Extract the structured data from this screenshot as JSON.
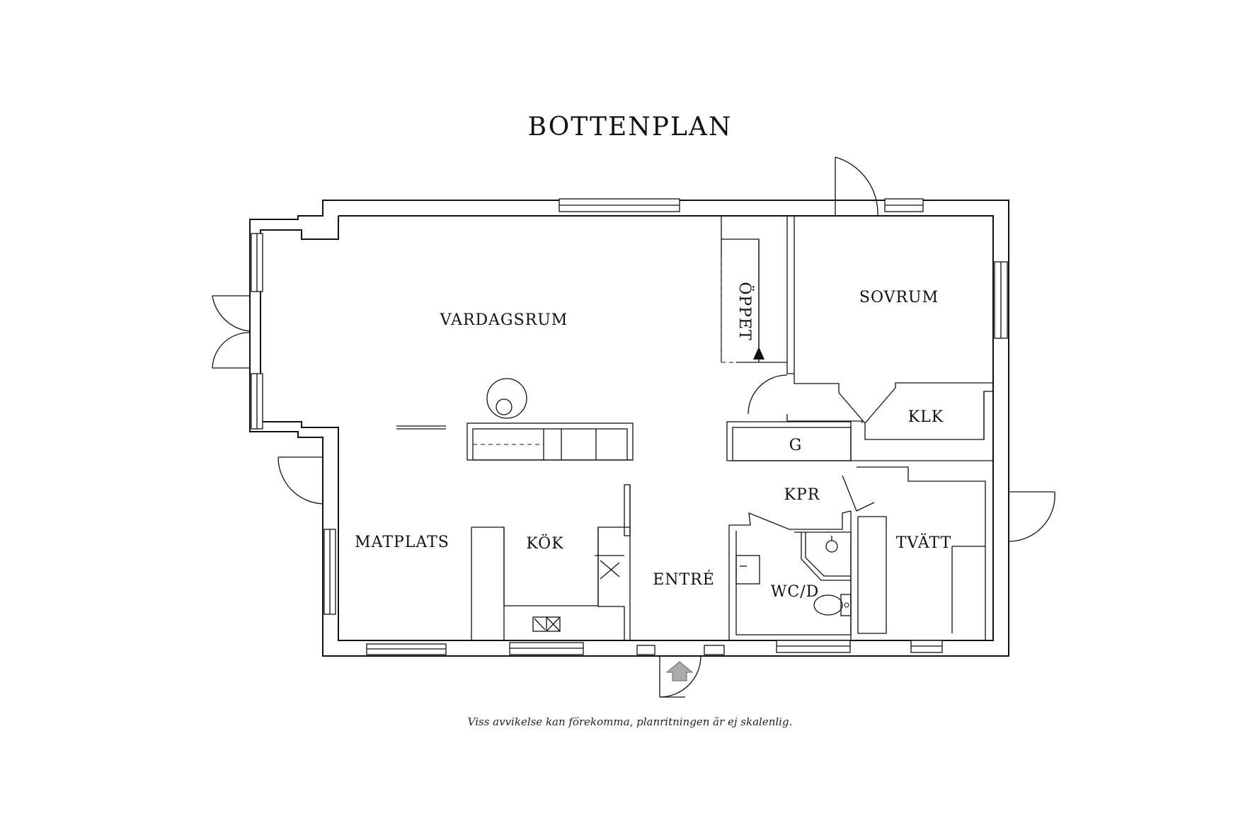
{
  "title": "BOTTENPLAN",
  "rooms": {
    "vardagsrum": "VARDAGSRUM",
    "oppet": "ÖPPET",
    "sovrum": "SOVRUM",
    "klk": "KLK",
    "g": "G",
    "kpr": "KPR",
    "matplats": "MATPLATS",
    "kok": "KÖK",
    "entre": "ENTRÉ",
    "wc_d": "WC/D",
    "tvatt": "TVÄTT"
  },
  "footnote": "Viss avvikelse kan förekomma, planritningen är ej skalenlig."
}
